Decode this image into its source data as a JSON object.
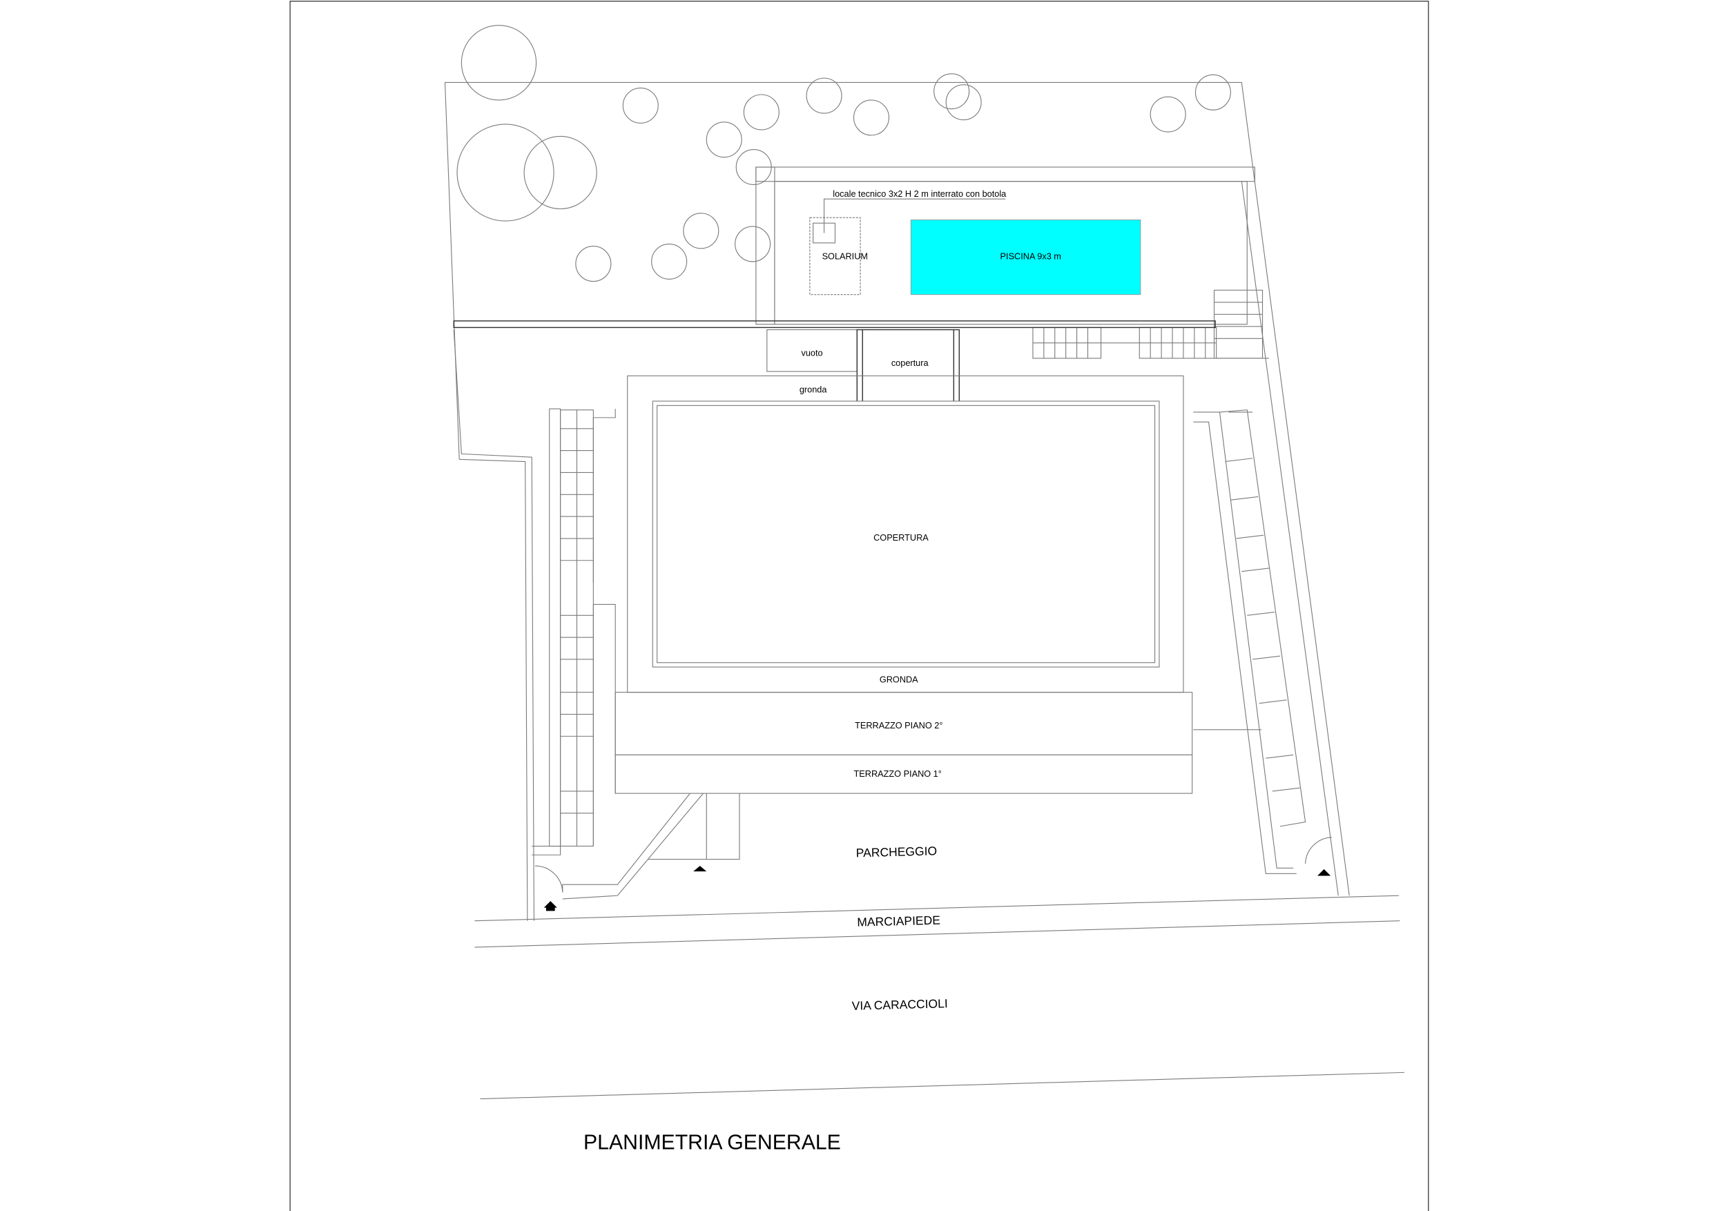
{
  "labels": {
    "locale_tecnico": "locale tecnico 3x2 H 2 m interrato con botola",
    "solarium": "SOLARIUM",
    "piscina": "PISCINA 9x3 m",
    "vuoto": "vuoto",
    "copertura_small": "copertura",
    "gronda_small": "gronda",
    "copertura": "COPERTURA",
    "gronda": "GRONDA",
    "terrazzo_2": "TERRAZZO PIANO 2°",
    "terrazzo_1": "TERRAZZO PIANO 1°",
    "parcheggio": "PARCHEGGIO",
    "marciapiede": "MARCIAPIEDE",
    "via": "VIA CARACCIOLI"
  },
  "title": "PLANIMETRIA GENERALE",
  "colors": {
    "pool": "#00ffff",
    "lines": "#7a7a7a"
  }
}
